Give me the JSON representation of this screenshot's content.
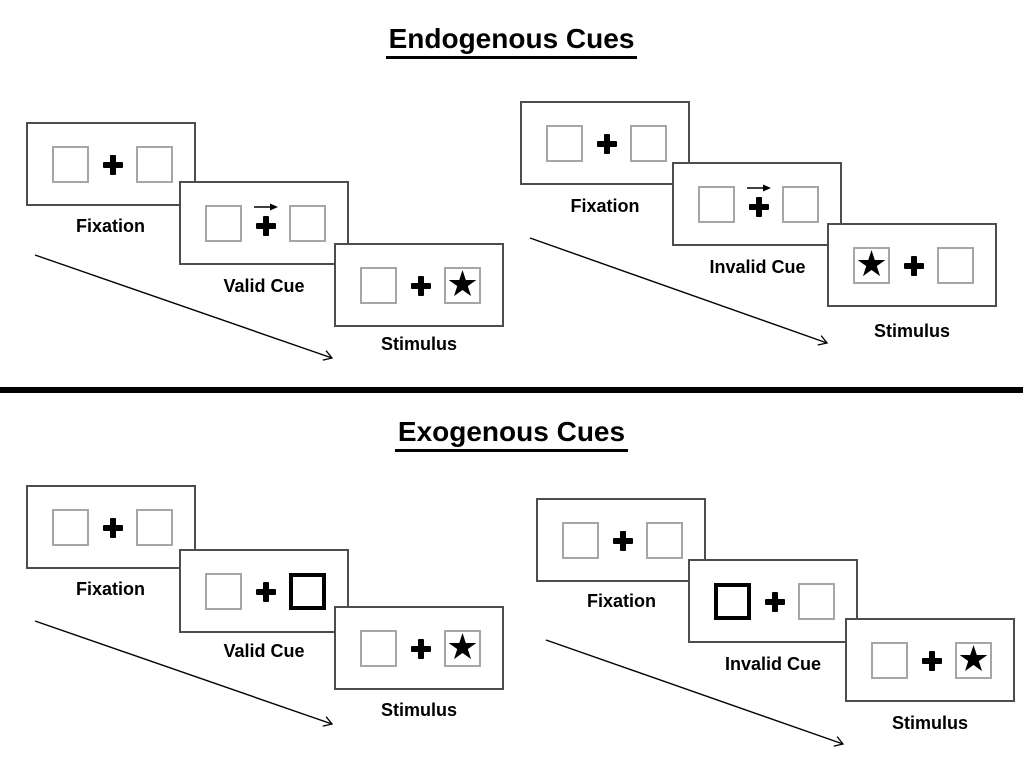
{
  "colors": {
    "background": "#ffffff",
    "screen_border": "#4d4d4d",
    "placeholder_box_border": "#a6a6a6",
    "cue_highlight_border": "#000000",
    "ink": "#000000"
  },
  "symbols": {
    "star": "★",
    "fixation_cross": "+",
    "cue_arrow_direction": "right"
  },
  "sections": [
    {
      "title": "Endogenous Cues",
      "panels": [
        {
          "condition": "Valid Cue",
          "cue_type": "central-arrow-pointing-right",
          "stimulus_side": "right",
          "screens": [
            {
              "label": "Fixation"
            },
            {
              "label": "Valid Cue"
            },
            {
              "label": "Stimulus"
            }
          ]
        },
        {
          "condition": "Invalid Cue",
          "cue_type": "central-arrow-pointing-right",
          "stimulus_side": "left",
          "screens": [
            {
              "label": "Fixation"
            },
            {
              "label": "Invalid Cue"
            },
            {
              "label": "Stimulus"
            }
          ]
        }
      ]
    },
    {
      "title": "Exogenous Cues",
      "panels": [
        {
          "condition": "Valid Cue",
          "cue_type": "peripheral-highlighted-box-right",
          "stimulus_side": "right",
          "screens": [
            {
              "label": "Fixation"
            },
            {
              "label": "Valid Cue"
            },
            {
              "label": "Stimulus"
            }
          ]
        },
        {
          "condition": "Invalid Cue",
          "cue_type": "peripheral-highlighted-box-left",
          "stimulus_side": "right",
          "screens": [
            {
              "label": "Fixation"
            },
            {
              "label": "Invalid Cue"
            },
            {
              "label": "Stimulus"
            }
          ]
        }
      ]
    }
  ]
}
